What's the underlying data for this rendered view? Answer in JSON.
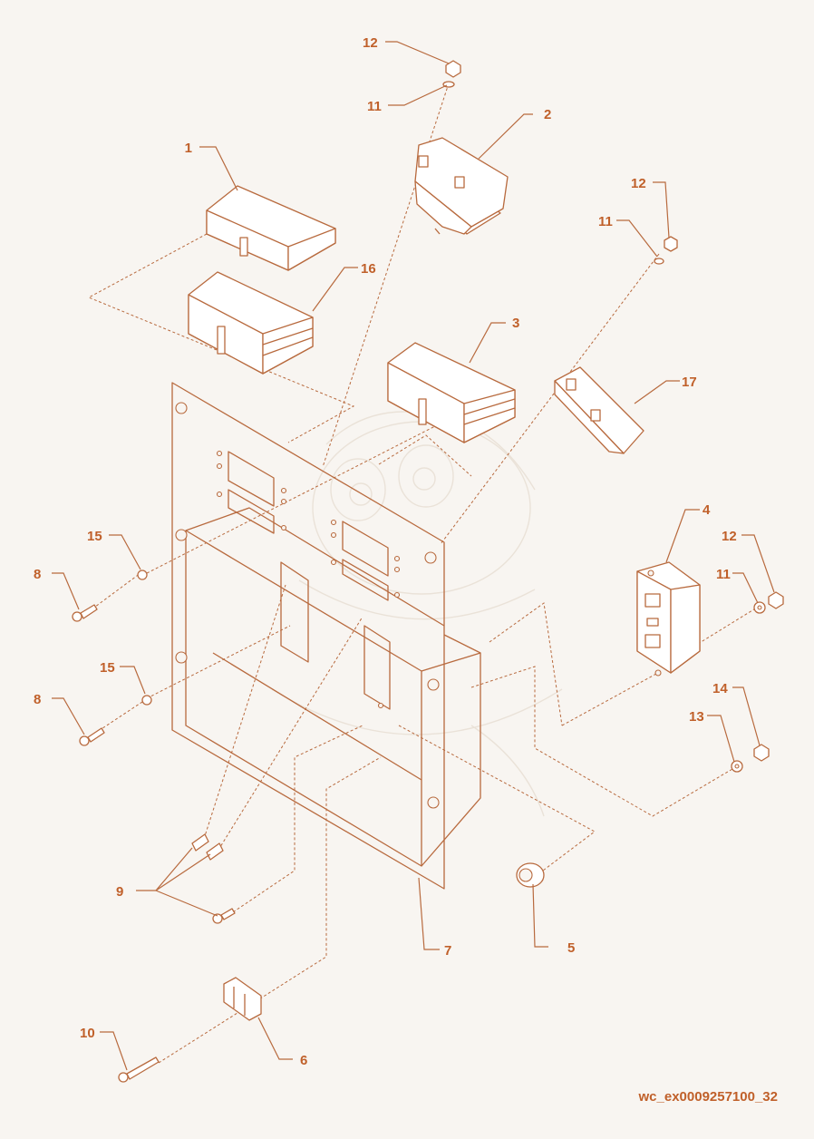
{
  "diagram": {
    "reference_id": "wc_ex0009257100_32",
    "callouts": [
      {
        "id": "c1",
        "label": "1"
      },
      {
        "id": "c2",
        "label": "2"
      },
      {
        "id": "c3",
        "label": "3"
      },
      {
        "id": "c4",
        "label": "4"
      },
      {
        "id": "c5",
        "label": "5"
      },
      {
        "id": "c6",
        "label": "6"
      },
      {
        "id": "c7",
        "label": "7"
      },
      {
        "id": "c8a",
        "label": "8"
      },
      {
        "id": "c8b",
        "label": "8"
      },
      {
        "id": "c9",
        "label": "9"
      },
      {
        "id": "c10",
        "label": "10"
      },
      {
        "id": "c11a",
        "label": "11"
      },
      {
        "id": "c11b",
        "label": "11"
      },
      {
        "id": "c11c",
        "label": "11"
      },
      {
        "id": "c12a",
        "label": "12"
      },
      {
        "id": "c12b",
        "label": "12"
      },
      {
        "id": "c12c",
        "label": "12"
      },
      {
        "id": "c13",
        "label": "13"
      },
      {
        "id": "c14",
        "label": "14"
      },
      {
        "id": "c15a",
        "label": "15"
      },
      {
        "id": "c15b",
        "label": "15"
      },
      {
        "id": "c16",
        "label": "16"
      },
      {
        "id": "c17",
        "label": "17"
      }
    ]
  }
}
